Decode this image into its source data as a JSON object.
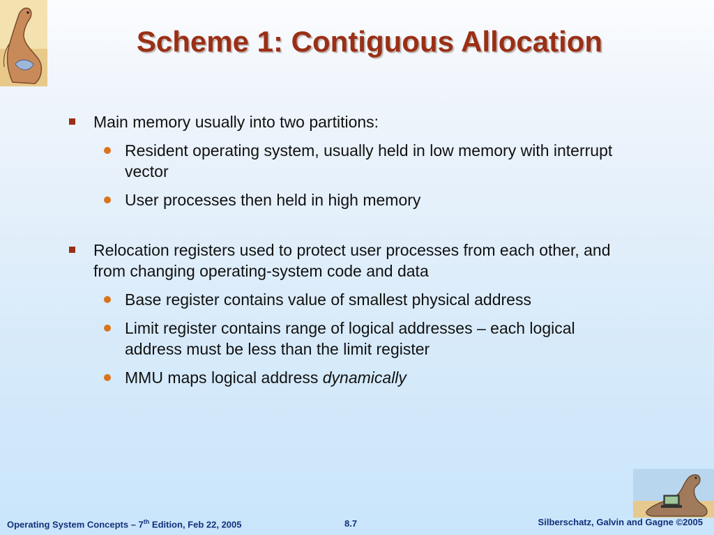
{
  "slide": {
    "title": "Scheme 1: Contiguous Allocation",
    "items": [
      {
        "text": "Main memory usually into two partitions:",
        "sub": [
          "Resident operating system, usually held in low memory with interrupt vector",
          "User processes then held in high memory"
        ]
      },
      {
        "text": "Relocation registers used to protect user processes from each other, and from changing operating-system code and data",
        "sub": [
          "Base register contains value of smallest physical address",
          "Limit register contains range of logical addresses – each logical address must be less than the limit register"
        ],
        "sub_last_plain": "MMU maps logical address ",
        "sub_last_italic": "dynamically"
      }
    ]
  },
  "footer": {
    "left_pre": "Operating System Concepts – 7",
    "left_sup": "th",
    "left_post": " Edition, Feb 22, 2005",
    "center": "8.7",
    "right": "Silberschatz, Galvin and Gagne ©2005"
  },
  "colors": {
    "title": "#9a2f16",
    "square_bullet": "#9a2f16",
    "round_bullet": "#d8741a",
    "footer_text": "#12307a"
  },
  "icons": {
    "top_left": "dinosaur-logo",
    "bottom_right": "dinosaur-laptop-logo"
  }
}
